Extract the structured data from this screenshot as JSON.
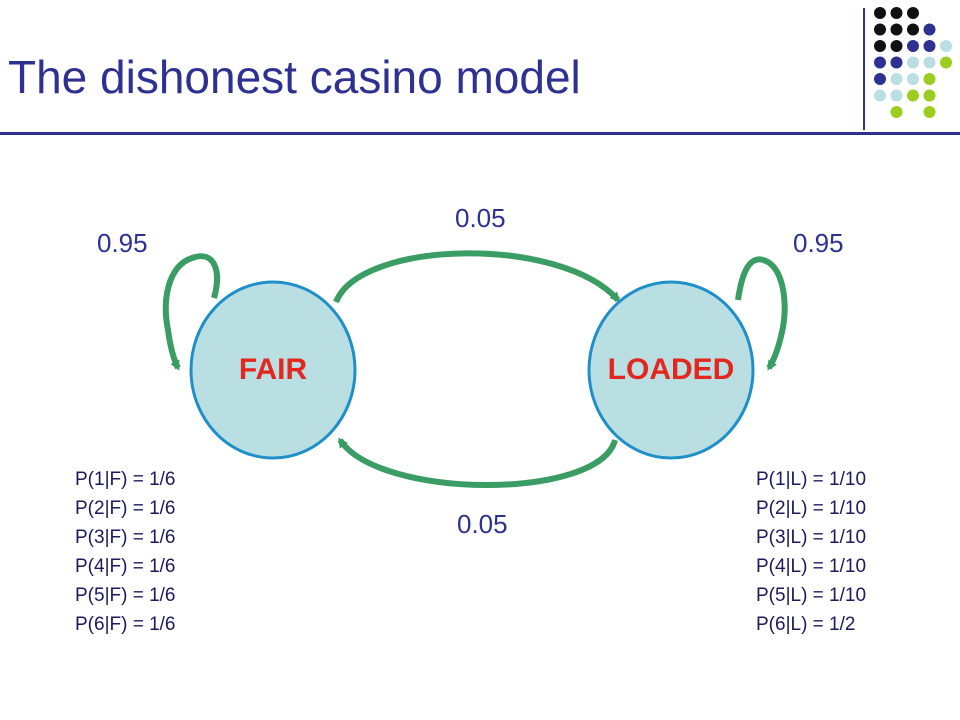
{
  "title": "The dishonest casino model",
  "palette": {
    "title_color": "#2e3192",
    "state_fill": "#b9dfe3",
    "state_stroke": "#1f8fc9",
    "arrow_color": "#3a9d64",
    "state_label_color": "#e4261f"
  },
  "decoration_dots": [
    [
      "#111111",
      "#111111",
      "#111111",
      null,
      null
    ],
    [
      "#111111",
      "#111111",
      "#111111",
      "#2e3192",
      null
    ],
    [
      "#111111",
      "#111111",
      "#2e3192",
      "#2e3192",
      "#b9dfe3"
    ],
    [
      "#2e3192",
      "#2e3192",
      "#b9dfe3",
      "#b9dfe3",
      "#9acd1f"
    ],
    [
      "#2e3192",
      "#b9dfe3",
      "#b9dfe3",
      "#9acd1f",
      null
    ],
    [
      "#b9dfe3",
      "#b9dfe3",
      "#9acd1f",
      "#9acd1f",
      null
    ],
    [
      null,
      "#9acd1f",
      null,
      "#9acd1f",
      null
    ]
  ],
  "states": [
    {
      "id": "fair",
      "label": "FAIR"
    },
    {
      "id": "loaded",
      "label": "LOADED"
    }
  ],
  "transitions": {
    "fair_to_fair": "0.95",
    "fair_to_loaded": "0.05",
    "loaded_to_loaded": "0.95",
    "loaded_to_fair": "0.05"
  },
  "emissions": {
    "fair": [
      "P(1|F) = 1/6",
      "P(2|F) = 1/6",
      "P(3|F) = 1/6",
      "P(4|F) = 1/6",
      "P(5|F) = 1/6",
      "P(6|F) = 1/6"
    ],
    "loaded": [
      "P(1|L) = 1/10",
      "P(2|L) = 1/10",
      "P(3|L) = 1/10",
      "P(4|L) = 1/10",
      "P(5|L) = 1/10",
      "P(6|L) = 1/2"
    ]
  }
}
